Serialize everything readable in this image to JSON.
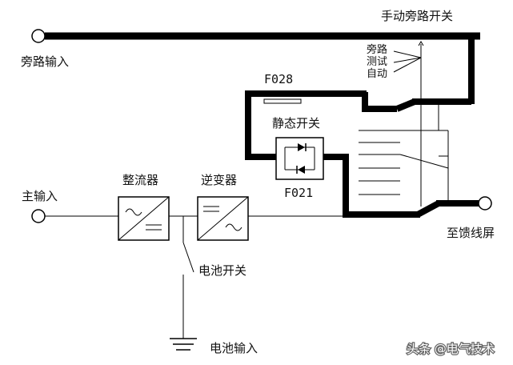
{
  "labels": {
    "manual_bypass_switch": "手动旁路开关",
    "bypass_input": "旁路输入",
    "pos_bypass": "旁路",
    "pos_test": "测试",
    "pos_auto": "自动",
    "fuse_f028": "F028",
    "static_switch": "静态开关",
    "fuse_f021": "F021",
    "main_input": "主输入",
    "rectifier": "整流器",
    "inverter": "逆变器",
    "battery_switch": "电池开关",
    "battery_input": "电池输入",
    "to_feeder_panel": "至馈线屏"
  },
  "watermark": "头条 @电气技术",
  "colors": {
    "line": "#000000",
    "background": "#ffffff"
  }
}
